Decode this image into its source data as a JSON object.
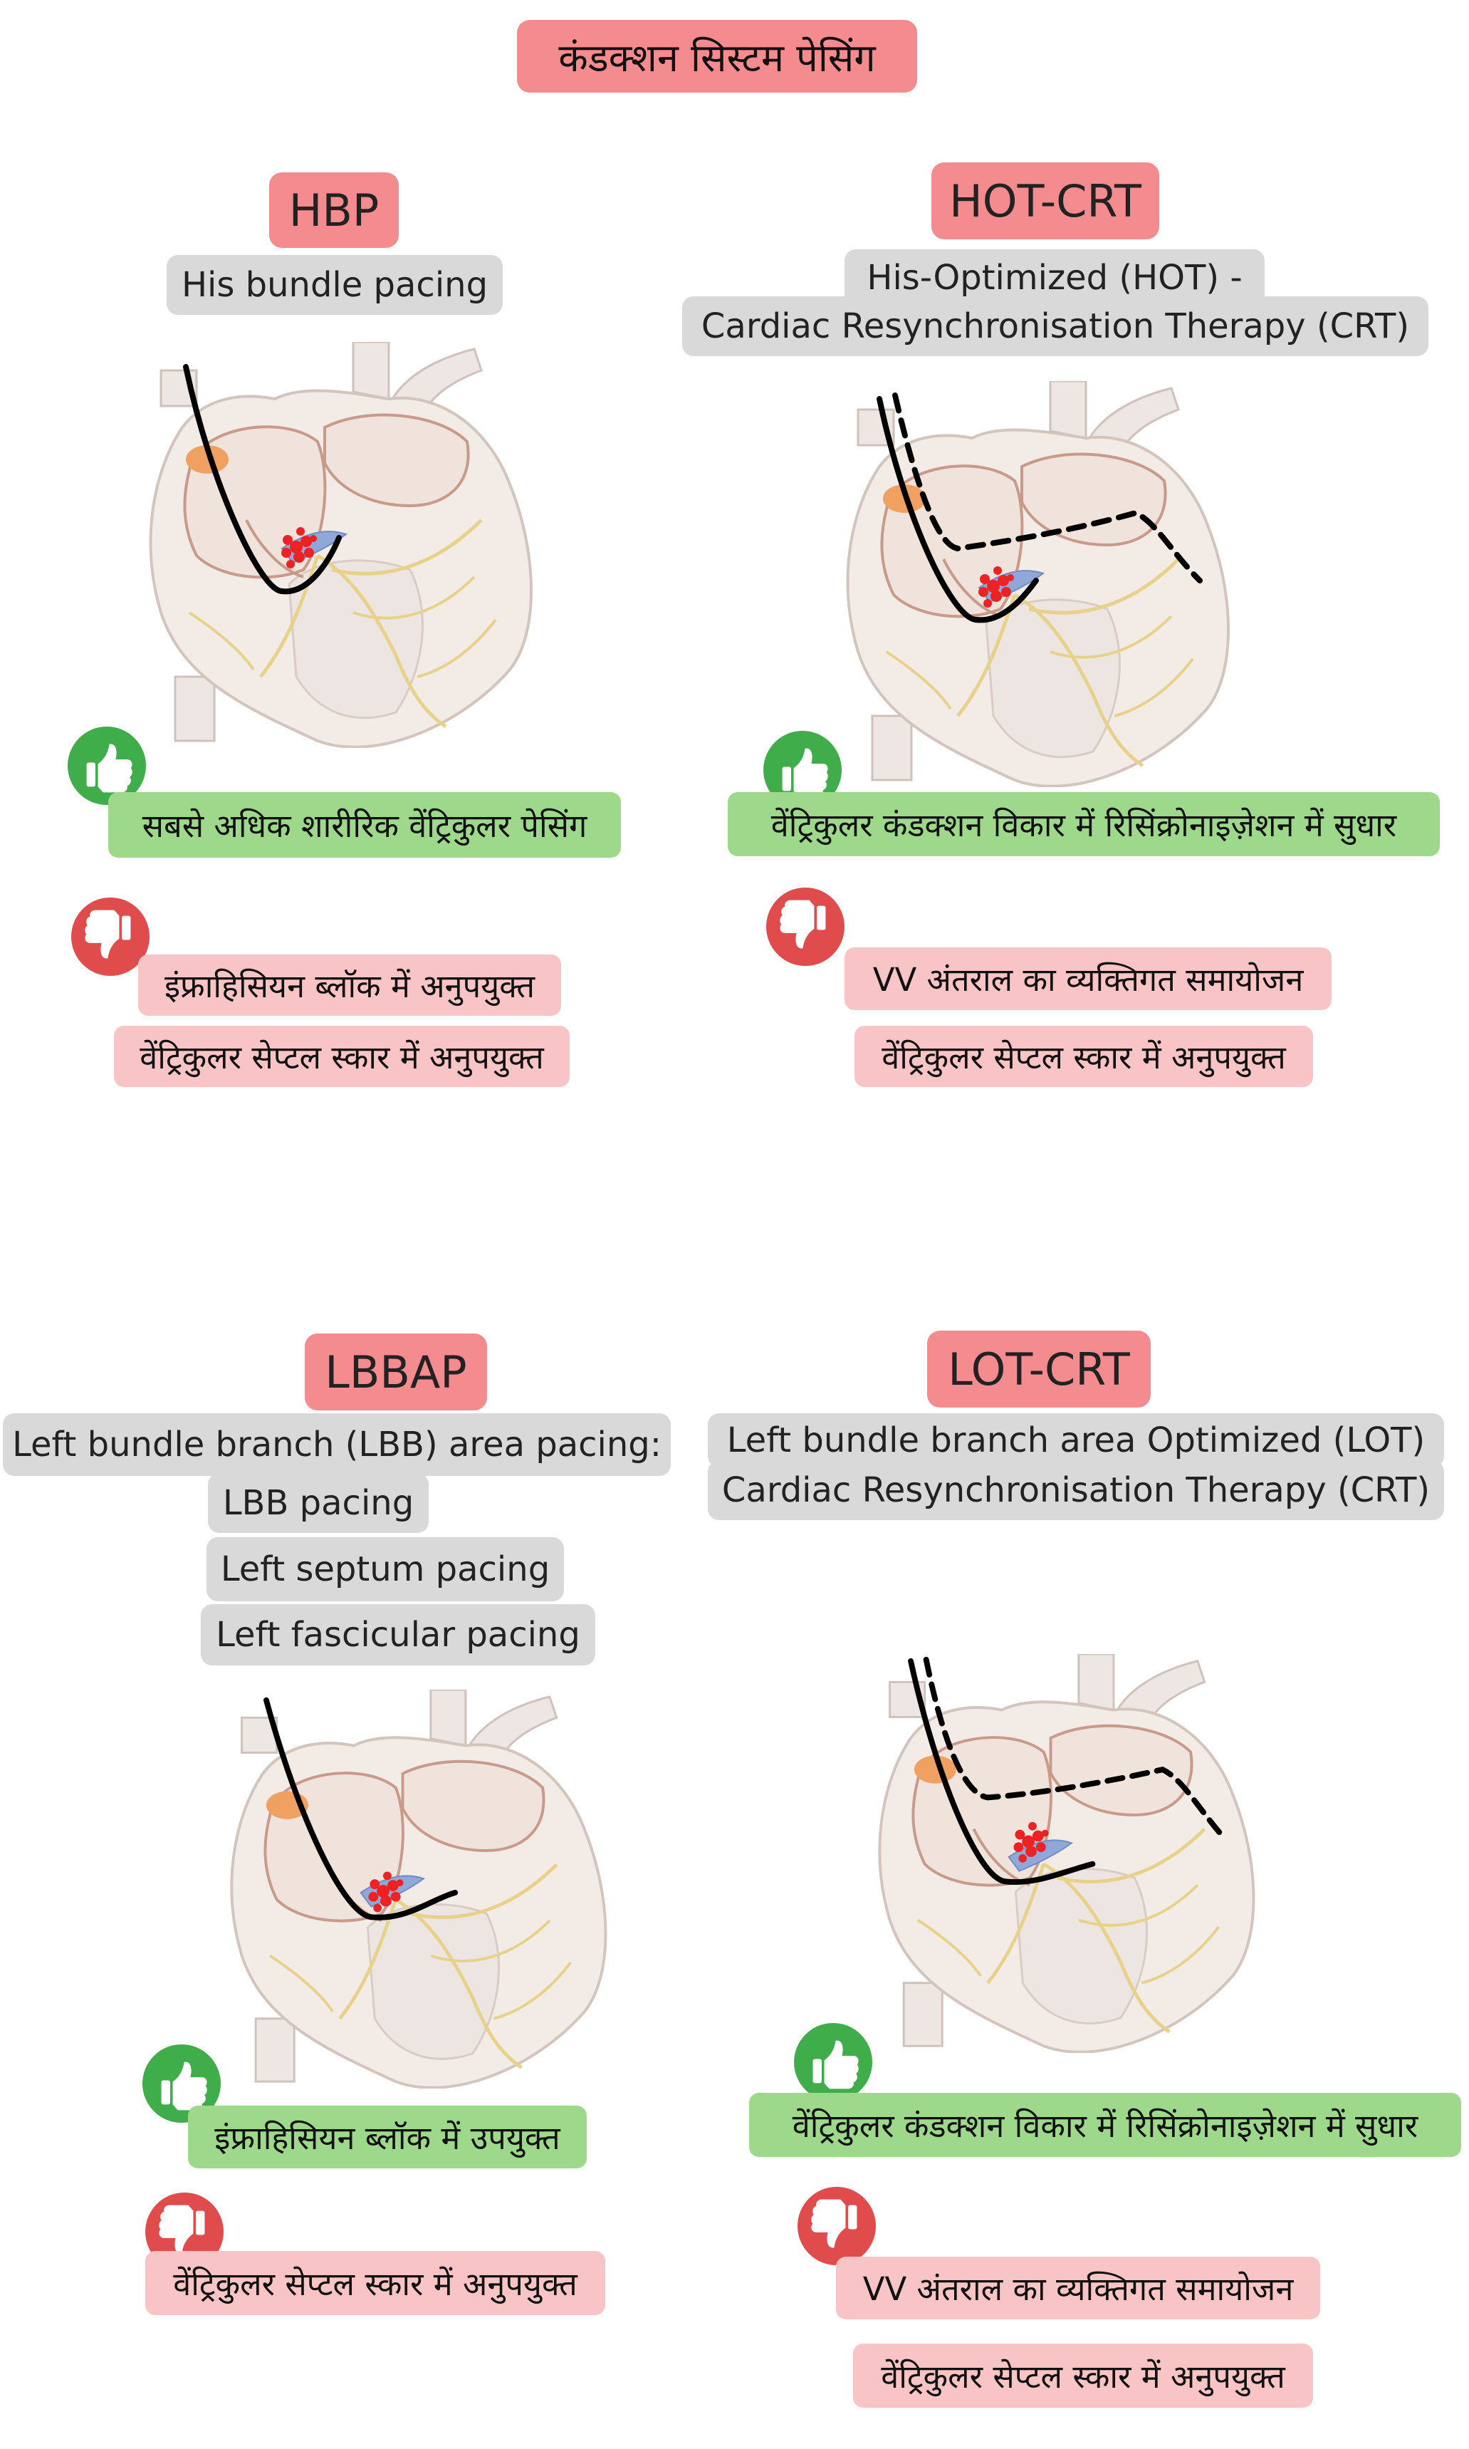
{
  "title": "कंडक्शन सिस्टम पेसिंग",
  "panels": {
    "hbp": {
      "heading": "HBP",
      "subtitle": "His bundle pacing",
      "pro": "सबसे अधिक शारीरिक वेंट्रिकुलर पेसिंग",
      "cons": [
        "इंफ्राहिसियन ब्लॉक में अनुपयुक्त",
        "वेंट्रिकुलर सेप्टल स्कार में अनुपयुक्त"
      ]
    },
    "hot_crt": {
      "heading": "HOT-CRT",
      "subtitle_line1": "His-Optimized (HOT) -",
      "subtitle_line2": "Cardiac Resynchronisation Therapy (CRT)",
      "pro": "वेंट्रिकुलर कंडक्शन विकार में रिसिंक्रोनाइज़ेशन में सुधार",
      "cons": [
        "VV अंतराल का व्यक्तिगत समायोजन",
        "वेंट्रिकुलर सेप्टल स्कार में अनुपयुक्त"
      ]
    },
    "lbbap": {
      "heading": "LBBAP",
      "subtitle_line1": "Left bundle branch (LBB) area pacing:",
      "sub_items": [
        "LBB pacing",
        "Left septum pacing",
        "Left fascicular pacing"
      ],
      "pro": "इंफ्राहिसियन ब्लॉक में उपयुक्त",
      "cons": [
        "वेंट्रिकुलर सेप्टल स्कार में अनुपयुक्त"
      ]
    },
    "lot_crt": {
      "heading": "LOT-CRT",
      "subtitle_line1": "Left bundle branch area Optimized (LOT)",
      "subtitle_line2": "Cardiac Resynchronisation Therapy (CRT)",
      "pro": "वेंट्रिकुलर कंडक्शन विकार में रिसिंक्रोनाइज़ेशन में सुधार",
      "cons": [
        "VV अंतराल का व्यक्तिगत समायोजन",
        "वेंट्रिकुलर सेप्टल स्कार में अनुपयुक्त"
      ]
    }
  },
  "icons": {
    "pro": "thumbs-up-icon",
    "con": "thumbs-down-icon"
  },
  "colors": {
    "heading_bg": "#f38b8f",
    "subtitle_bg": "#d9d9d9",
    "pro_bg": "#9ed98b",
    "con_bg": "#f8c4c5",
    "thumbs_up": "#3fad4a",
    "thumbs_down": "#e04b4b"
  }
}
